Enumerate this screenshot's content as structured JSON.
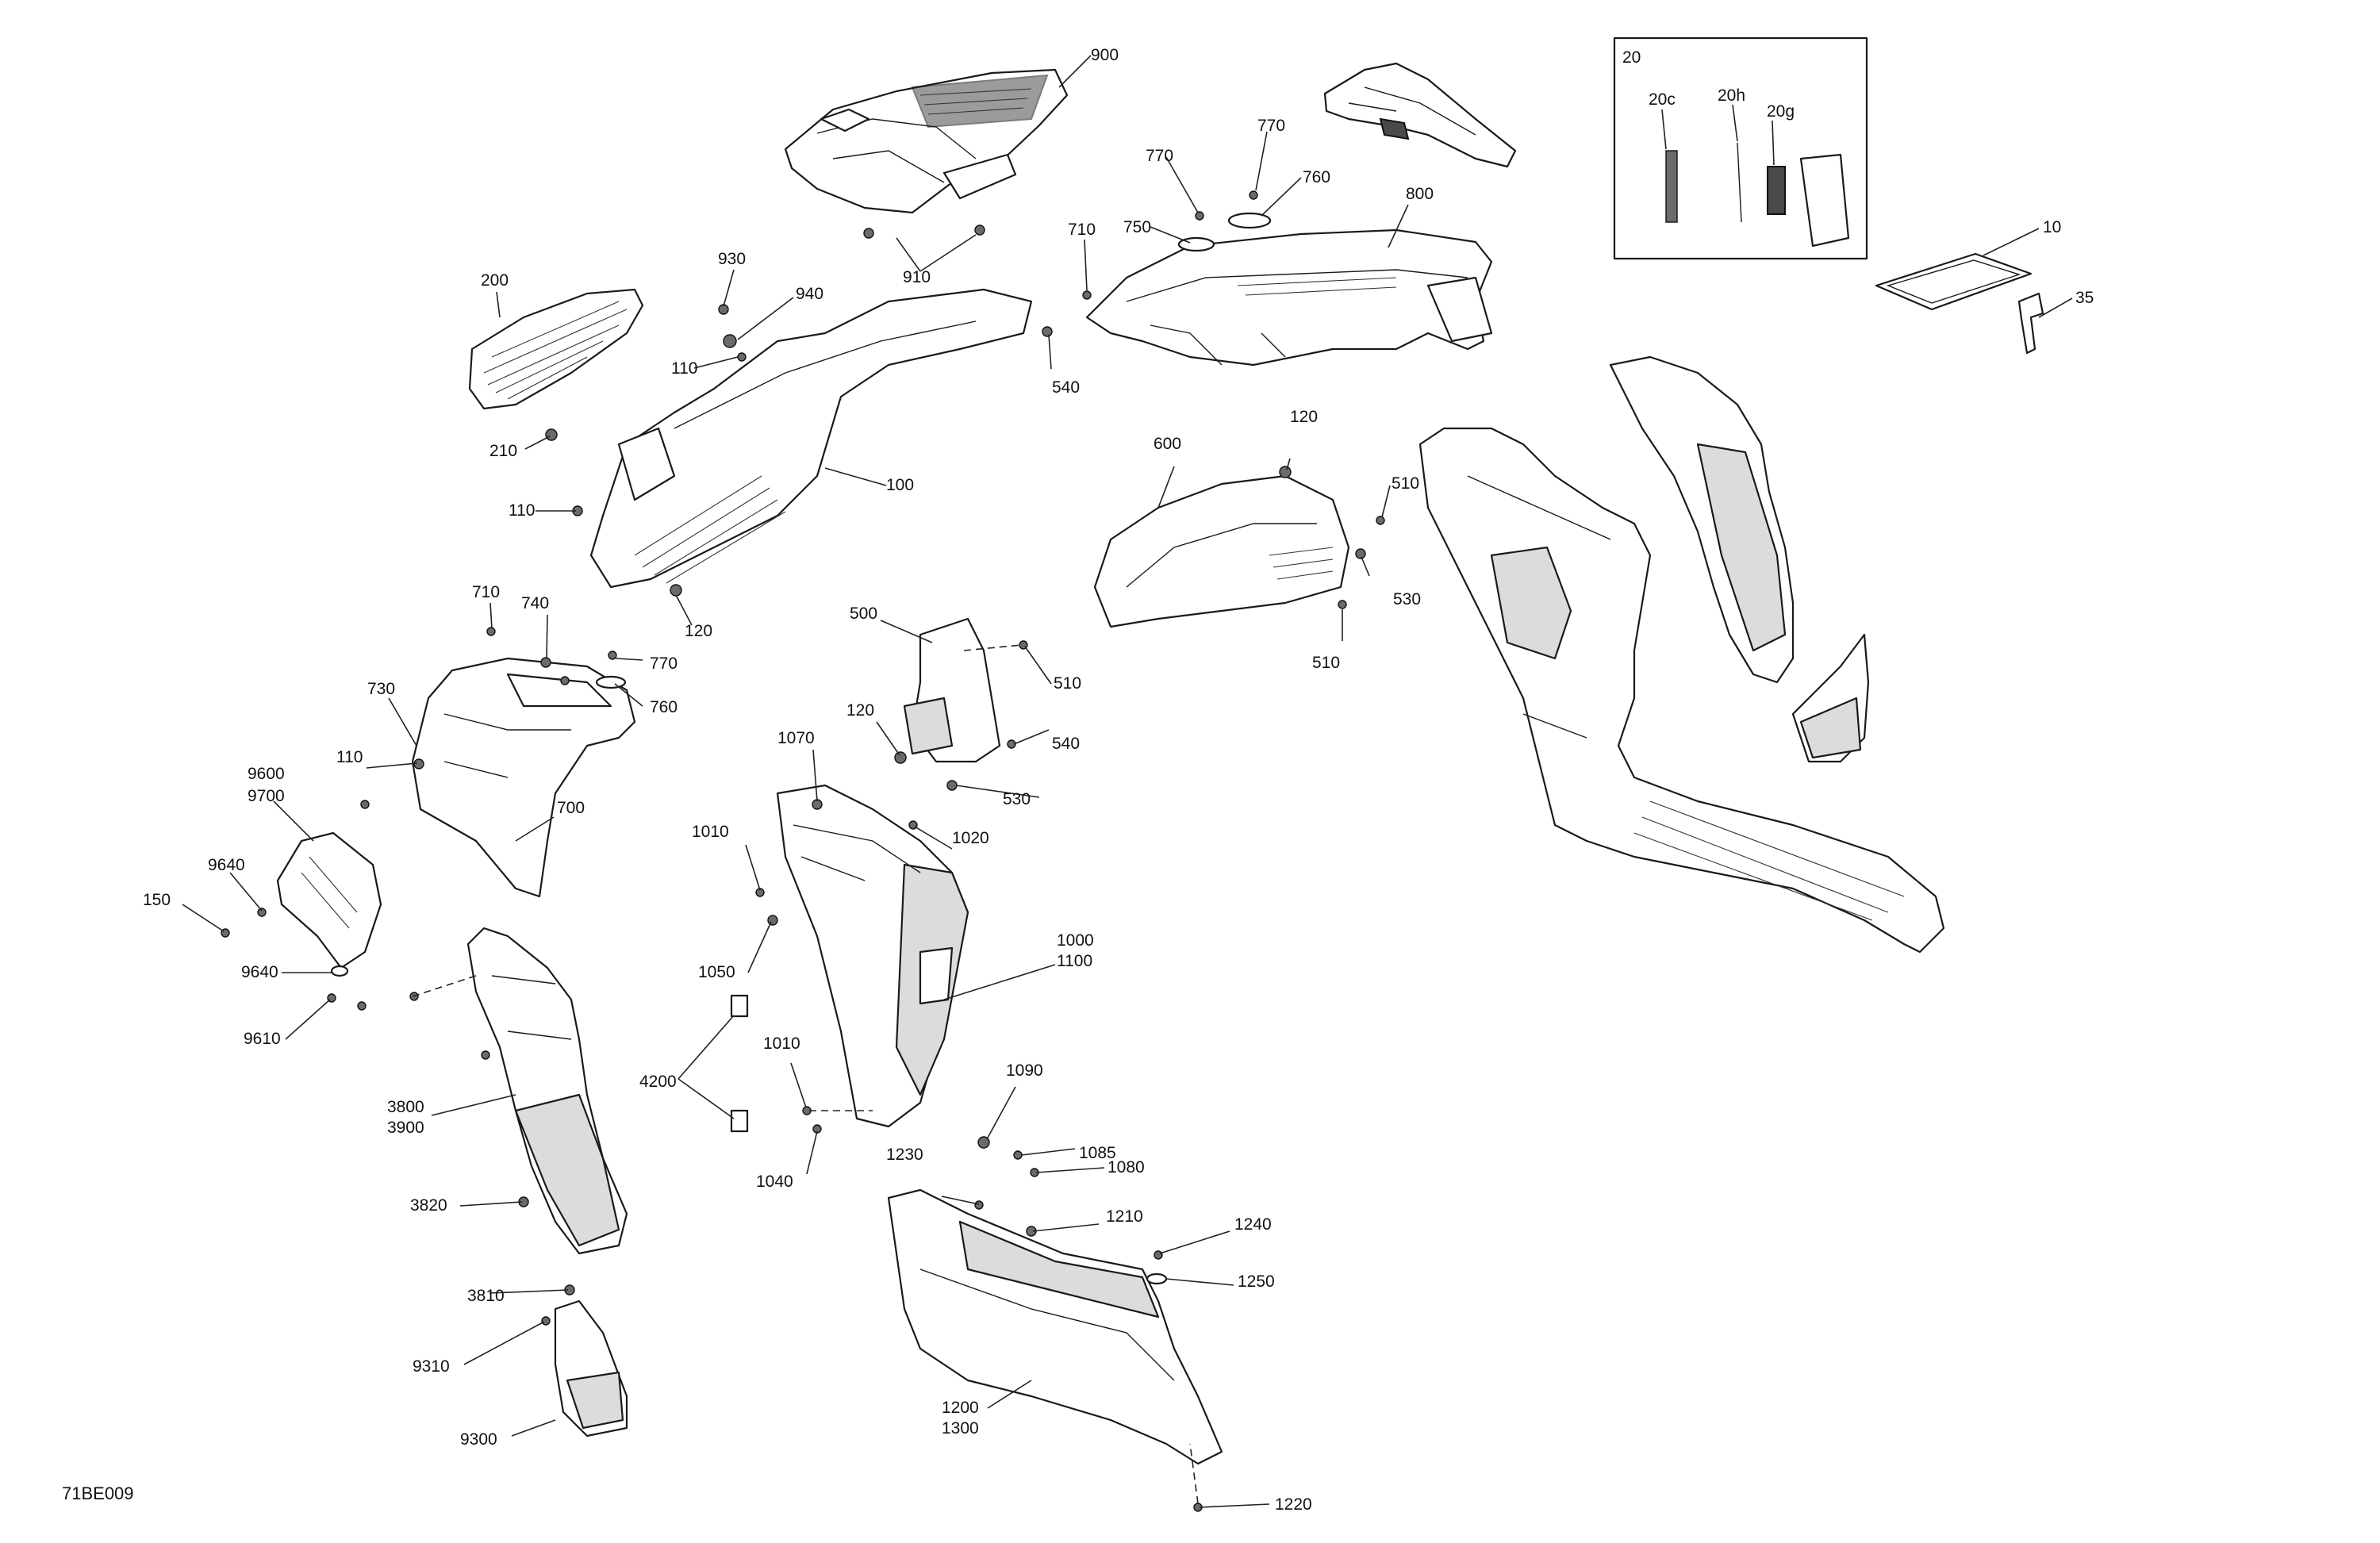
{
  "diagram_id": "71BE009",
  "kit_box_number": "20",
  "callouts": [
    "900",
    "910",
    "770",
    "770",
    "760",
    "750",
    "710",
    "800",
    "930",
    "940",
    "110",
    "540",
    "200",
    "210",
    "100",
    "110",
    "120",
    "600",
    "120",
    "510",
    "530",
    "510",
    "500",
    "510",
    "120",
    "540",
    "530",
    "710",
    "740",
    "770",
    "760",
    "730",
    "110",
    "700",
    "9600",
    "9700",
    "9640",
    "150",
    "9640",
    "9610",
    "1070",
    "1020",
    "1010",
    "1050",
    "1000",
    "1100",
    "4200",
    "1010",
    "1090",
    "1085",
    "1040",
    "1080",
    "3800",
    "3900",
    "3820",
    "3810",
    "1230",
    "1210",
    "1240",
    "1250",
    "9310",
    "9300",
    "1200",
    "1300",
    "1220",
    "20c",
    "20h",
    "20g",
    "10",
    "35"
  ]
}
